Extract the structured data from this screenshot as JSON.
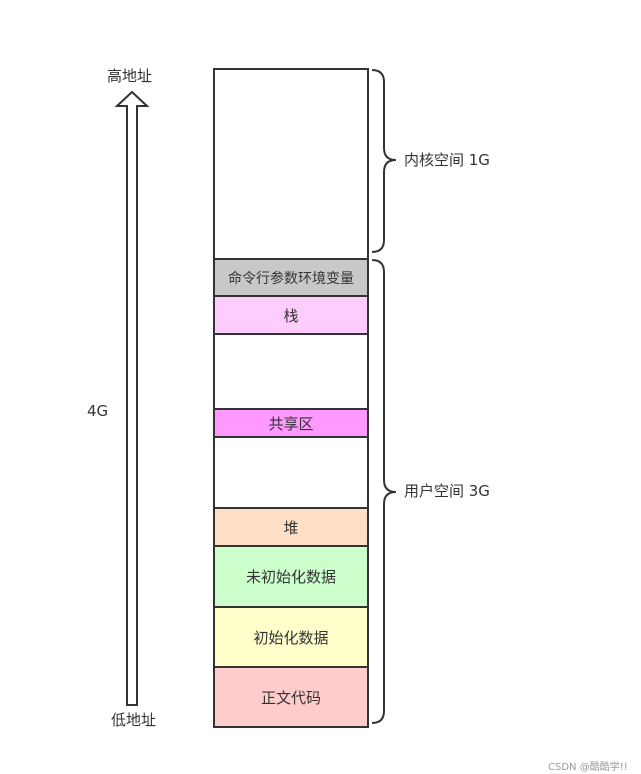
{
  "address_axis": {
    "high_label": "高地址",
    "low_label": "低地址",
    "total_label": "4G"
  },
  "regions": {
    "kernel_label": "内核空间 1G",
    "user_label": "用户空间 3G"
  },
  "segments": {
    "env": {
      "label": "命令行参数环境变量",
      "color": "#c8c8c8"
    },
    "stack": {
      "label": "栈",
      "color": "#ffccff"
    },
    "shared": {
      "label": "共享区",
      "color": "#ff99ff"
    },
    "heap": {
      "label": "堆",
      "color": "#ffe0c7"
    },
    "bss": {
      "label": "未初始化数据",
      "color": "#ccffcc"
    },
    "data": {
      "label": "初始化数据",
      "color": "#ffffcc"
    },
    "text": {
      "label": "正文代码",
      "color": "#ffcccc"
    }
  },
  "arrow_color": "#6666ff",
  "watermark": "CSDN @酷酷学!!"
}
